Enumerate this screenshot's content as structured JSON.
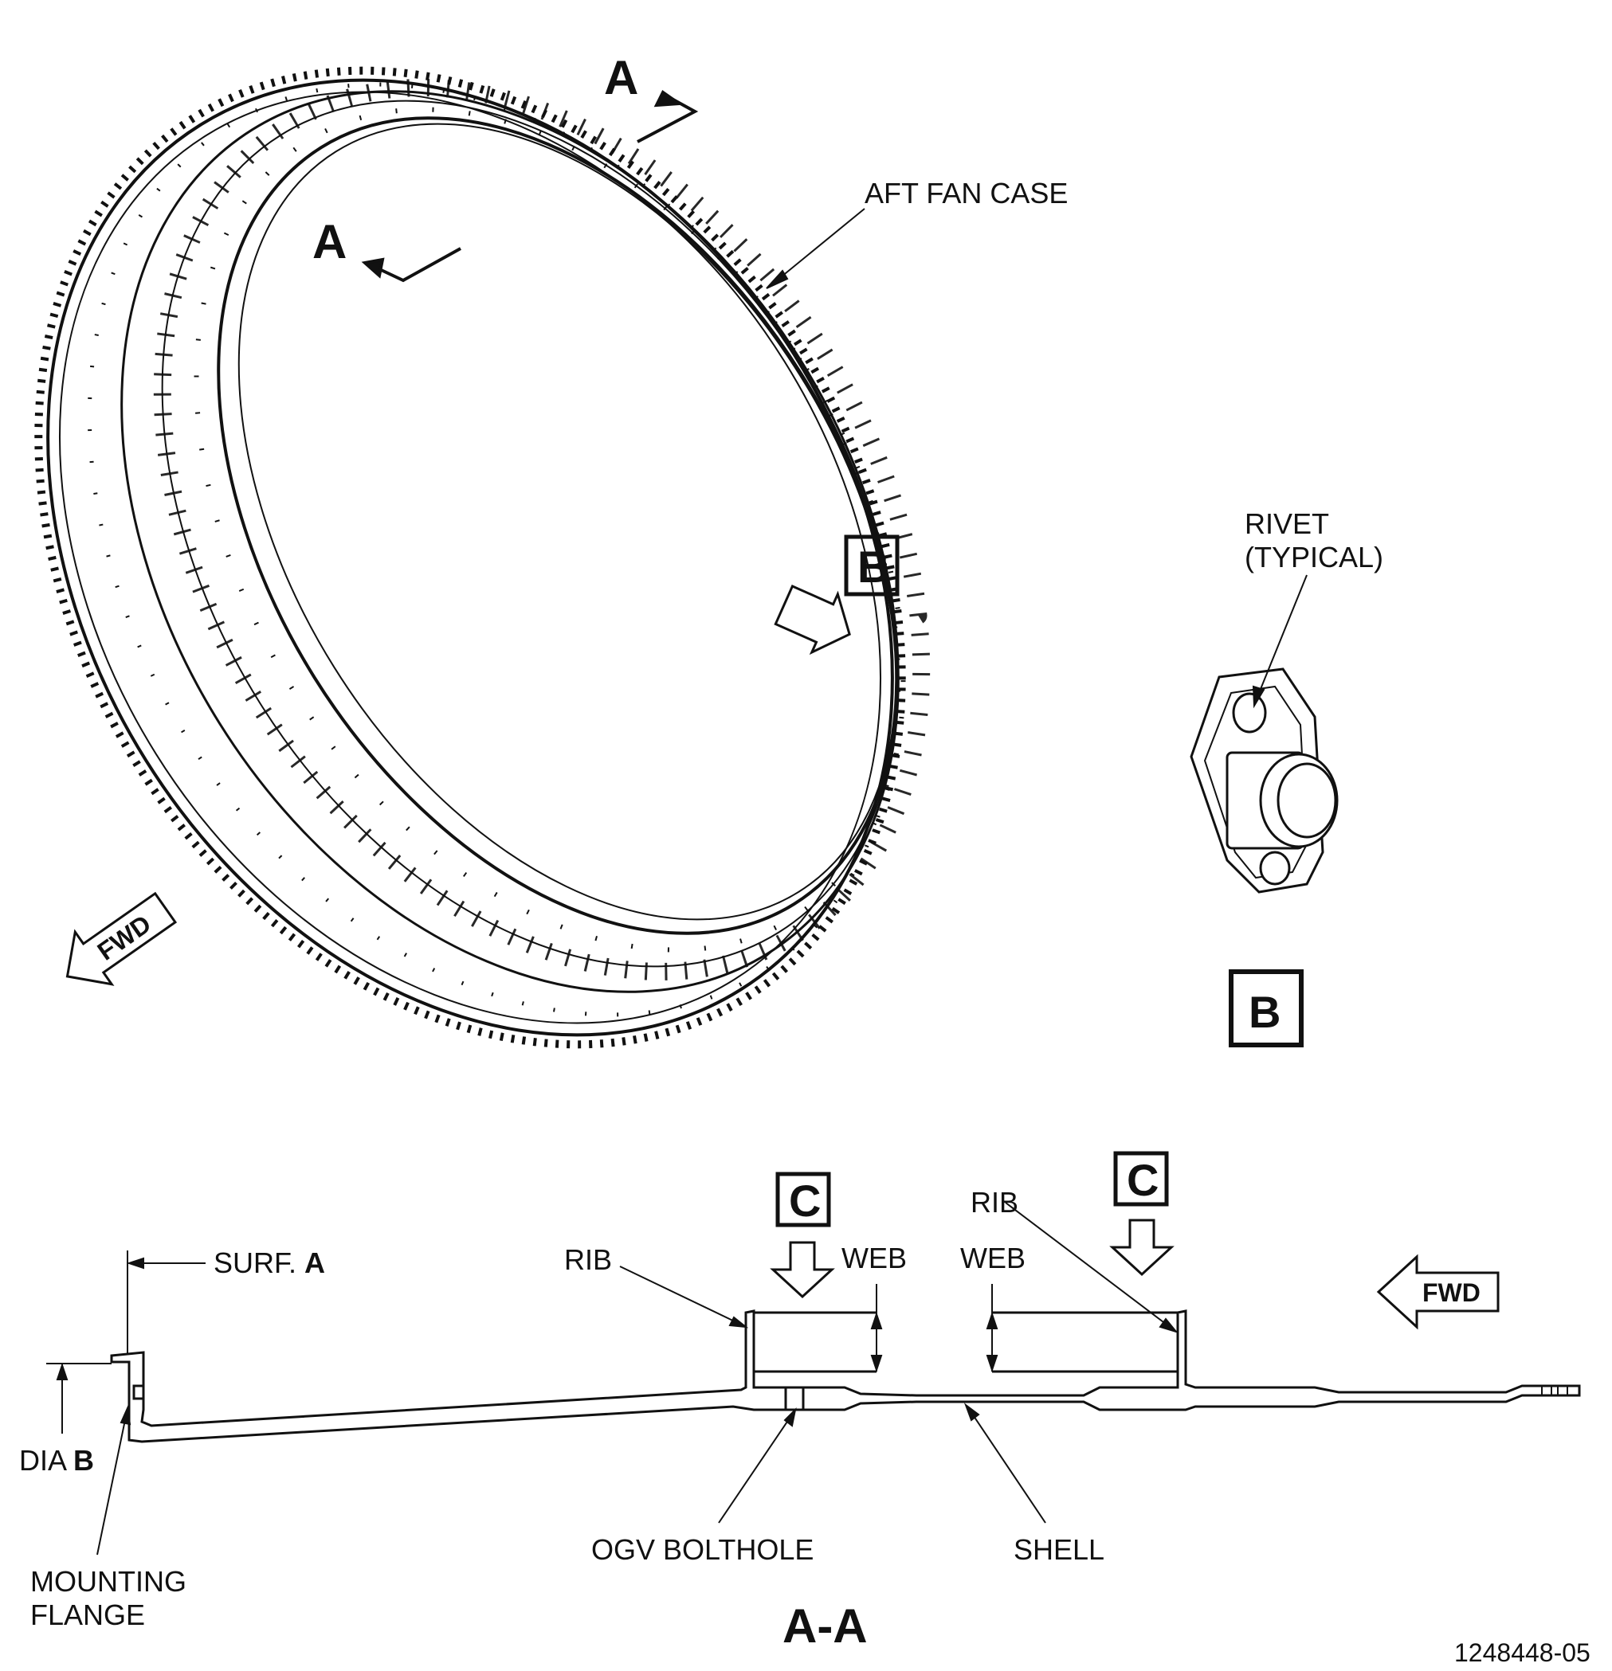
{
  "labels": {
    "aft_fan_case": "AFT FAN CASE",
    "rivet_line1": "RIVET",
    "rivet_line2": "(TYPICAL)",
    "detail_b": "B",
    "view_b_title": "B",
    "fwd_top": "FWD",
    "section_a1": "A",
    "section_a2": "A",
    "surf_a_prefix": "SURF.",
    "surf_a_letter": "A",
    "rib_left": "RIB",
    "rib_right": "RIB",
    "web_left": "WEB",
    "web_right": "WEB",
    "callout_c_left": "C",
    "callout_c_right": "C",
    "fwd_bottom": "FWD",
    "dia_prefix": "DIA",
    "dia_letter": "B",
    "mounting_line1": "MOUNTING",
    "mounting_line2": "FLANGE",
    "ogv_bolthole": "OGV BOLTHOLE",
    "shell": "SHELL",
    "section_title": "A-A",
    "figure_number": "1248448-05"
  },
  "colors": {
    "line": "#111111",
    "background": "#ffffff"
  }
}
